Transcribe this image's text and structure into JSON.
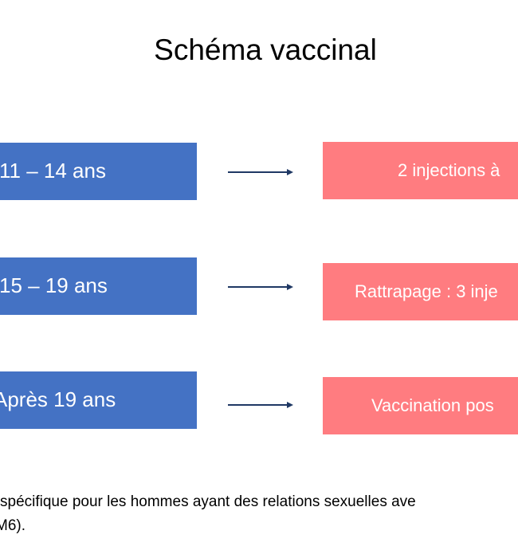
{
  "title": "Schéma vaccinal",
  "rows": [
    {
      "age": "11 – 14 ans",
      "scheme": "2 injections à"
    },
    {
      "age": "15 – 19 ans",
      "scheme": "Rattrapage : 3 inje"
    },
    {
      "age": "Après 19 ans",
      "scheme": "Vaccination pos"
    }
  ],
  "footer": {
    "line1": "spécifique pour les hommes ayant des relations sexuelles ave",
    "line2": "M6)."
  },
  "colors": {
    "age_box": "#4472c4",
    "scheme_box": "#ff7c80",
    "arrow": "#1f3864"
  }
}
